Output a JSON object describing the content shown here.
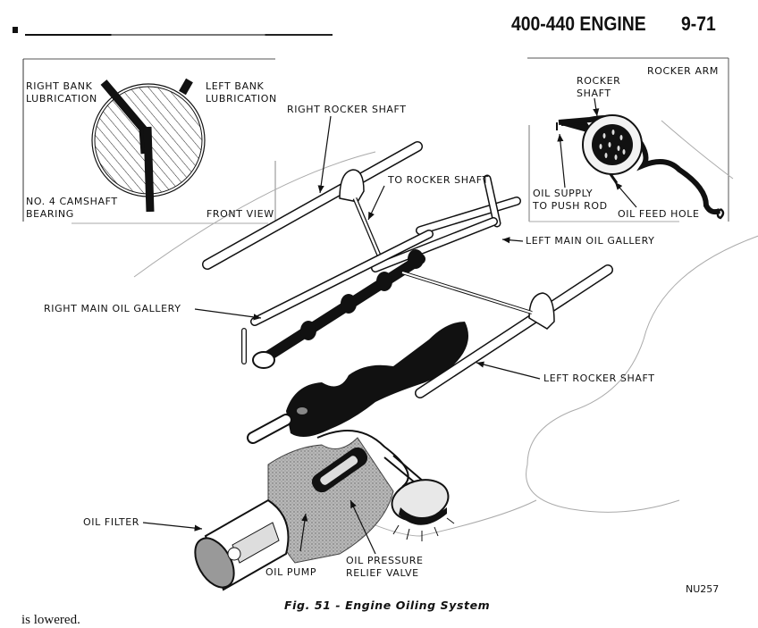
{
  "header": {
    "title": "400-440 ENGINE",
    "page_number": "9-71"
  },
  "inset_front_view": {
    "right_bank": [
      "RIGHT BANK",
      "LUBRICATION"
    ],
    "left_bank": [
      "LEFT BANK",
      "LUBRICATION"
    ],
    "bearing": [
      "NO. 4 CAMSHAFT",
      "BEARING"
    ],
    "view_label": "FRONT VIEW"
  },
  "inset_rocker_arm": {
    "title": "ROCKER ARM",
    "rocker_shaft": [
      "ROCKER",
      "SHAFT"
    ],
    "oil_supply": [
      "OIL SUPPLY",
      "TO PUSH ROD"
    ],
    "oil_feed_hole": "OIL FEED HOLE"
  },
  "callouts": {
    "right_rocker_shaft": "RIGHT ROCKER SHAFT",
    "to_rocker_shaft": "TO ROCKER SHAFT",
    "left_main_oil_gallery": "LEFT MAIN OIL GALLERY",
    "right_main_oil_gallery": "RIGHT MAIN OIL GALLERY",
    "left_rocker_shaft": "LEFT ROCKER SHAFT",
    "oil_filter": "OIL FILTER",
    "oil_pump": "OIL PUMP",
    "oil_pressure_relief_valve": [
      "OIL PRESSURE",
      "RELIEF VALVE"
    ]
  },
  "figure": {
    "caption": "Fig. 51 - Engine Oiling System",
    "code": "NU257"
  },
  "body_text": "is lowered."
}
